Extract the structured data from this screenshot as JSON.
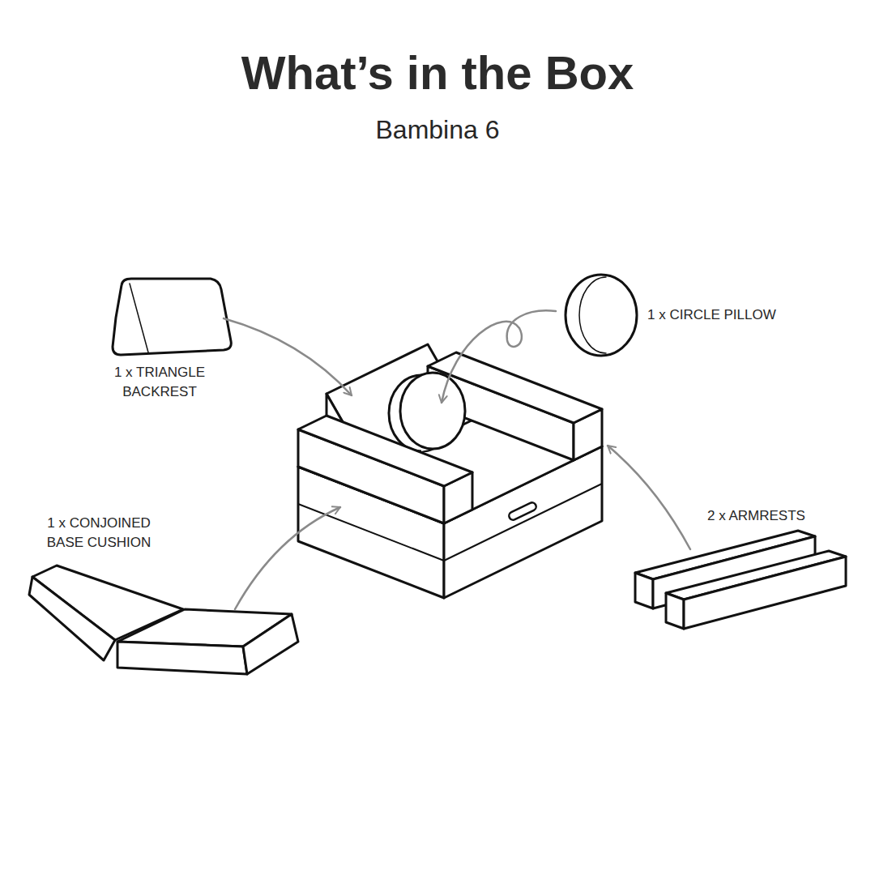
{
  "diagram": {
    "title": "What’s in the Box",
    "labels": [
      "Bambina 6",
      "1 x TRIANGLE BACKREST",
      "1 x CIRCLE PILLOW",
      "1 x CONJOINED BASE CUSHION",
      "2 x ARMRESTS"
    ]
  }
}
